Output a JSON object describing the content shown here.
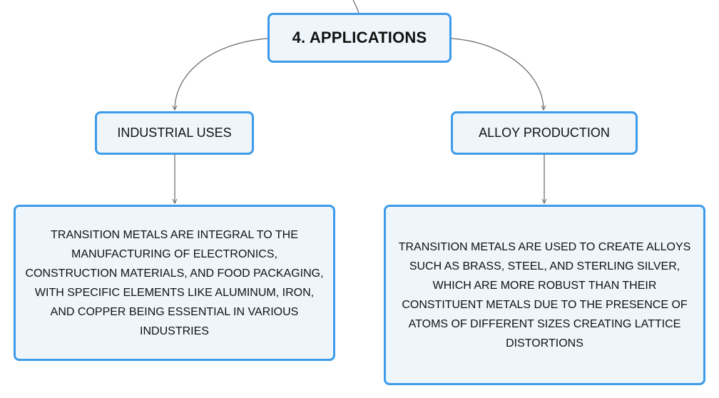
{
  "root": {
    "label": "4. APPLICATIONS"
  },
  "branches": [
    {
      "label": "INDUSTRIAL USES",
      "detail": "TRANSITION METALS ARE INTEGRAL TO THE MANUFACTURING OF ELECTRONICS, CONSTRUCTION MATERIALS, AND FOOD PACKAGING, WITH SPECIFIC ELEMENTS LIKE ALUMINUM, IRON, AND COPPER BEING ESSENTIAL IN VARIOUS INDUSTRIES"
    },
    {
      "label": "ALLOY PRODUCTION",
      "detail": "TRANSITION METALS ARE USED TO CREATE ALLOYS SUCH AS BRASS, STEEL, AND STERLING SILVER, WHICH ARE MORE ROBUST THAN THEIR CONSTITUENT METALS DUE TO THE PRESENCE OF ATOMS OF DIFFERENT SIZES CREATING LATTICE DISTORTIONS"
    }
  ],
  "colors": {
    "node_border": "#3d9be9",
    "node_fill": "#eef6fc",
    "connector": "#666666"
  }
}
